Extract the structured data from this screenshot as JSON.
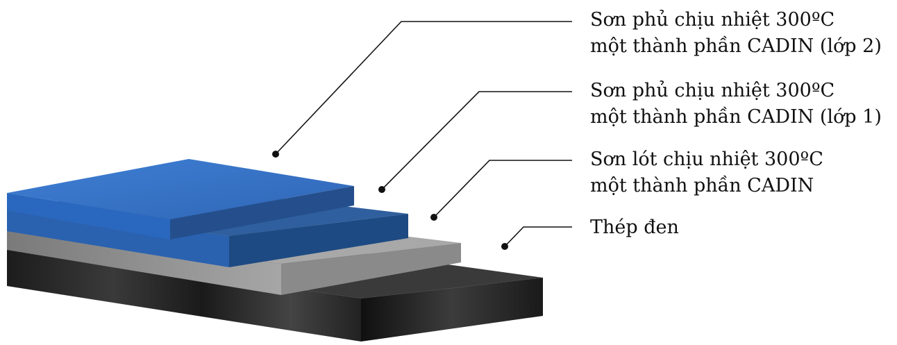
{
  "diagram": {
    "layers": [
      {
        "line1": "Sơn phủ chịu nhiệt 300ºC",
        "line2": "một thành phần CADIN (lớp 2)"
      },
      {
        "line1": "Sơn phủ chịu nhiệt 300ºC",
        "line2": "một thành phần CADIN (lớp 1)"
      },
      {
        "line1": "Sơn lót chịu nhiệt 300ºC",
        "line2": "một thành phần CADIN"
      },
      {
        "line1": "Thép đen",
        "line2": ""
      }
    ],
    "colors": {
      "steel": "#2a2a2a",
      "primer": "#9a9a9a",
      "topcoat_1": "#2b5c9c",
      "topcoat_2": "#3a73c4",
      "leader": "#111111"
    }
  }
}
